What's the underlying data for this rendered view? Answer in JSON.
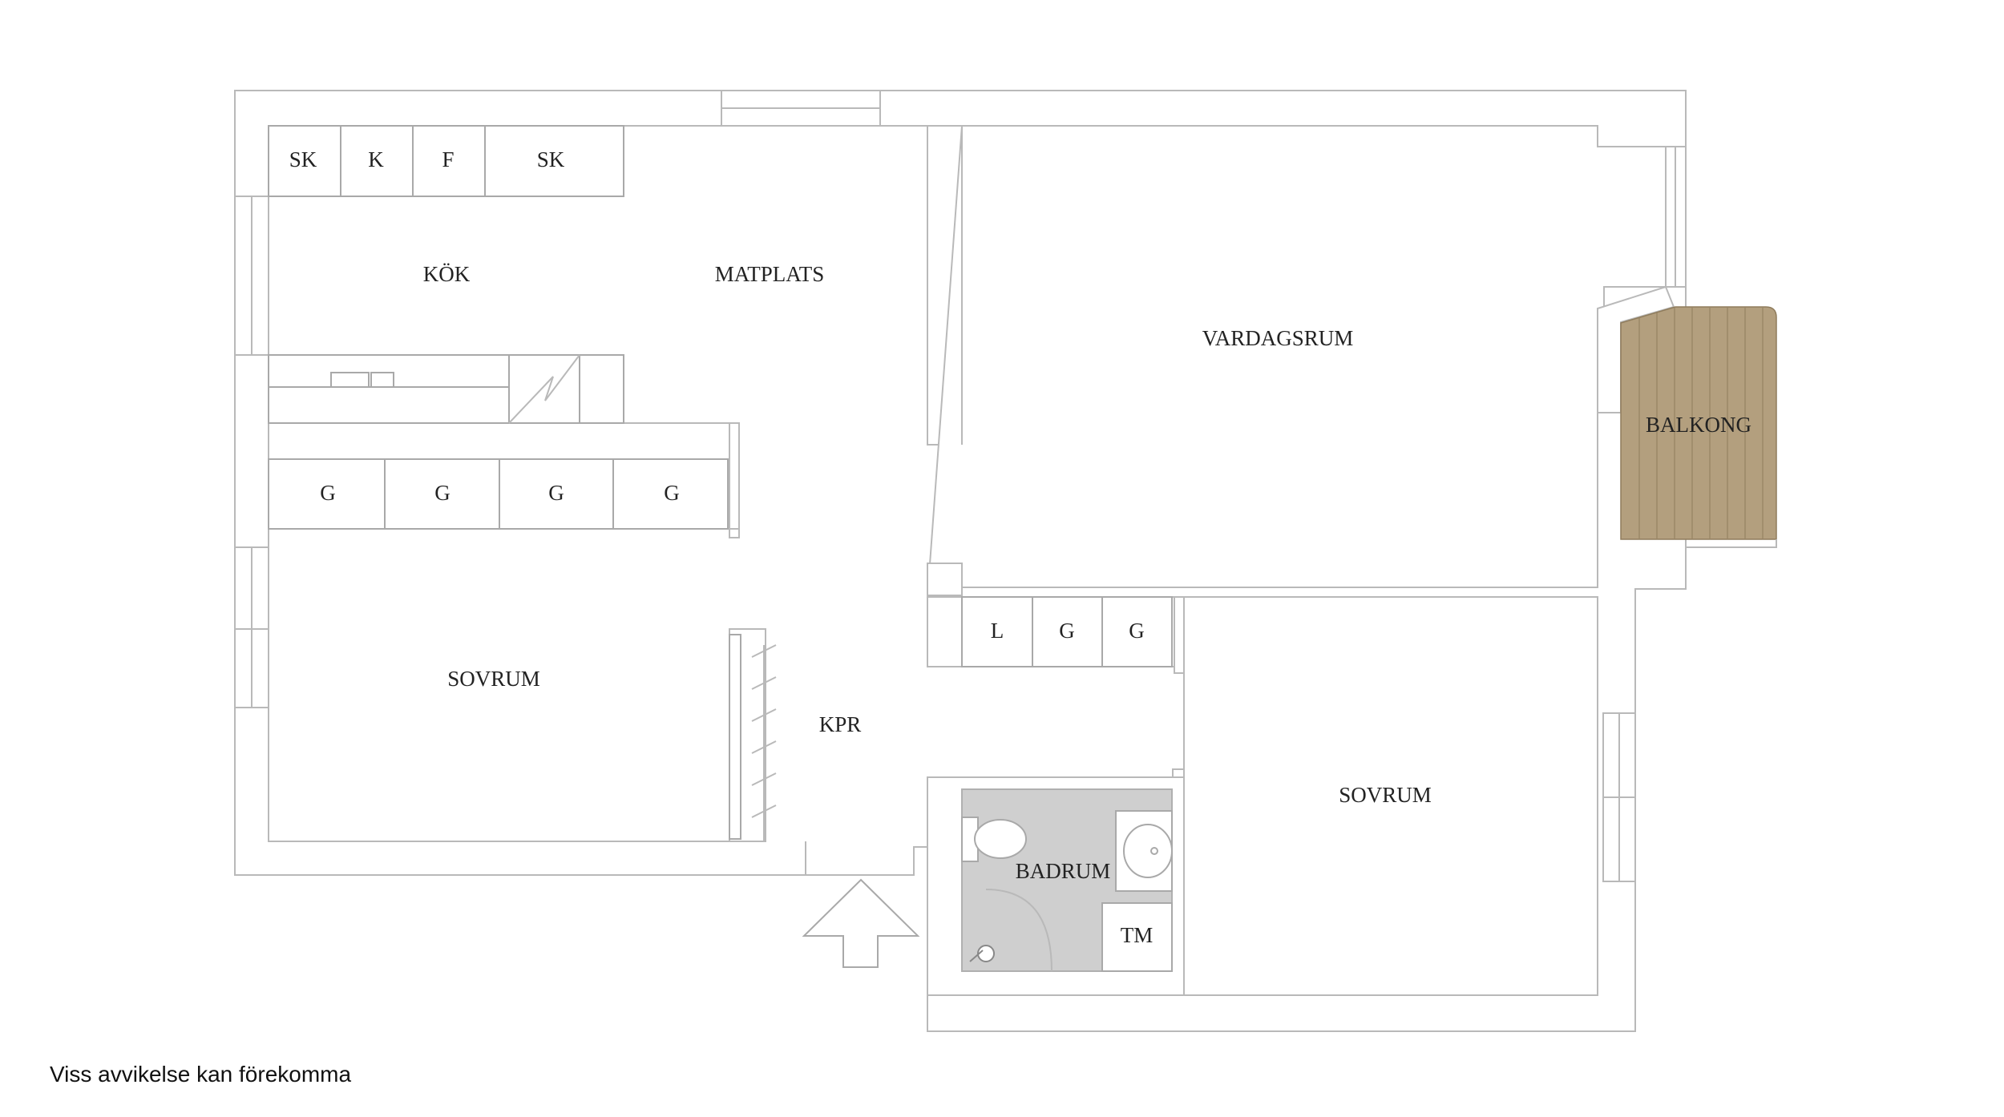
{
  "colors": {
    "wall_stroke": "#b9b9b9",
    "bathroom_floor": "#cfcfcf",
    "balcony_wood": "#b39f7e",
    "balcony_plank_line": "#8f7c5c",
    "label": "#222222"
  },
  "rooms": {
    "kok": "KÖK",
    "matplats": "MATPLATS",
    "vardagsrum": "VARDAGSRUM",
    "balkong": "BALKONG",
    "sovrum_left": "SOVRUM",
    "kpr": "KPR",
    "badrum": "BADRUM",
    "sovrum_right": "SOVRUM"
  },
  "kitchen_cabinets": [
    "SK",
    "K",
    "F",
    "SK"
  ],
  "wardrobes_top_left": [
    "G",
    "G",
    "G",
    "G"
  ],
  "hall_closets": [
    "L",
    "G",
    "G"
  ],
  "bathroom_closet": "TM",
  "icons": {
    "entrance": "entrance-arrow-icon",
    "stove": "stove-icon",
    "toilet": "toilet-icon",
    "sink": "sink-icon",
    "floor_drain": "floor-drain-icon",
    "coat_rack": "coat-rack-icon"
  },
  "disclaimer": "Viss avvikelse kan förekomma"
}
